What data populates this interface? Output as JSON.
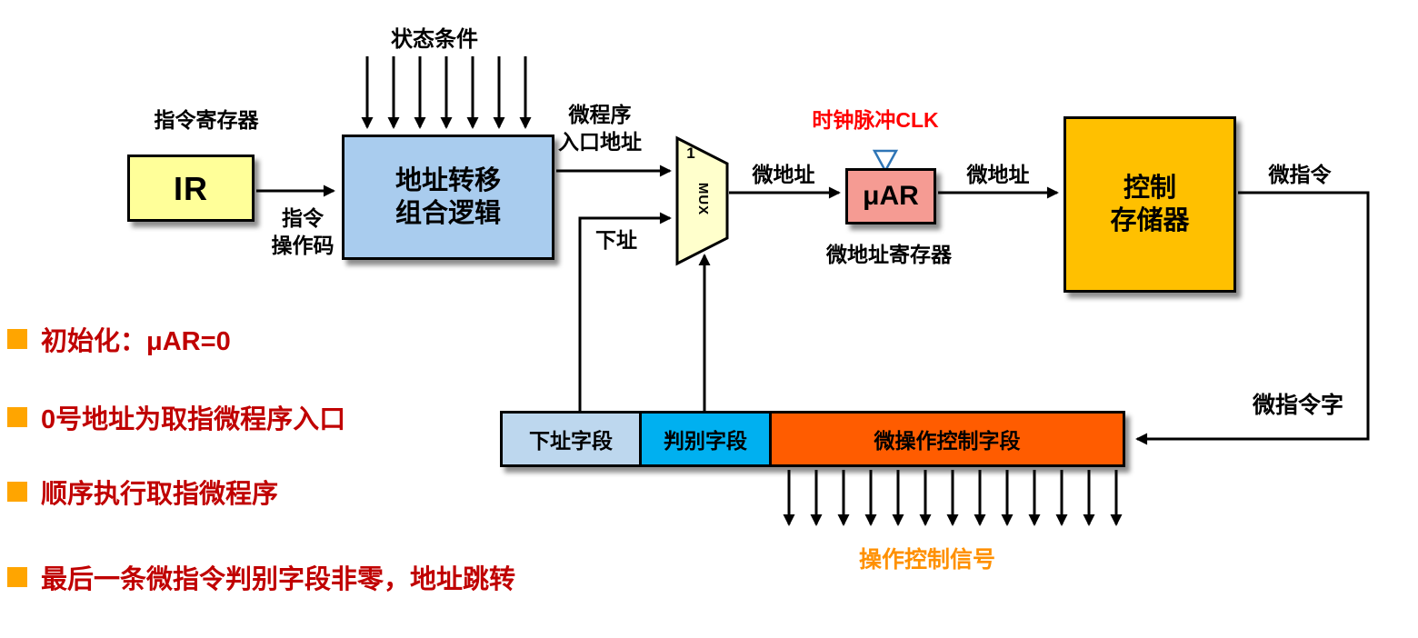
{
  "diagram": {
    "status_conditions_label": "状态条件",
    "ir": {
      "title": "指令寄存器",
      "label": "IR",
      "opcode_label": "指令\n操作码"
    },
    "addr_logic_label": "地址转移\n组合逻辑",
    "entry_addr_label": "微程序\n入口地址",
    "mux": {
      "select_label": "1",
      "label": "MUX"
    },
    "next_addr_label": "下址",
    "micro_addr_label_1": "微地址",
    "clk_label": "时钟脉冲CLK",
    "uar": {
      "label": "μAR",
      "caption": "微地址寄存器"
    },
    "micro_addr_label_2": "微地址",
    "control_store_label": "控制\n存储器",
    "micro_inst_label": "微指令",
    "micro_inst_word_label": "微指令字",
    "fields": [
      {
        "label": "下址字段"
      },
      {
        "label": "判别字段"
      },
      {
        "label": "微操作控制字段"
      }
    ],
    "control_signals_label": "操作控制信号"
  },
  "bullets": [
    {
      "text": "初始化：μAR=0"
    },
    {
      "text": "0号地址为取指微程序入口"
    },
    {
      "text": "顺序执行取指微程序"
    },
    {
      "text": "最后一条微指令判别字段非零，地址跳转"
    }
  ],
  "colors": {
    "ir_box": "#FFFF99",
    "logic_box": "#A9CCEE",
    "mux_shape": "#FFFFCC",
    "uar_box": "#F59B93",
    "control_store_box": "#FFC000",
    "field_next": "#BDD7EE",
    "field_judge": "#00B0F0",
    "field_ops": "#FF5C00",
    "clk_text": "#FF0000",
    "signals_text": "#FF9000",
    "bullet_square": "#FFA500",
    "bullet_text": "#C00000"
  }
}
